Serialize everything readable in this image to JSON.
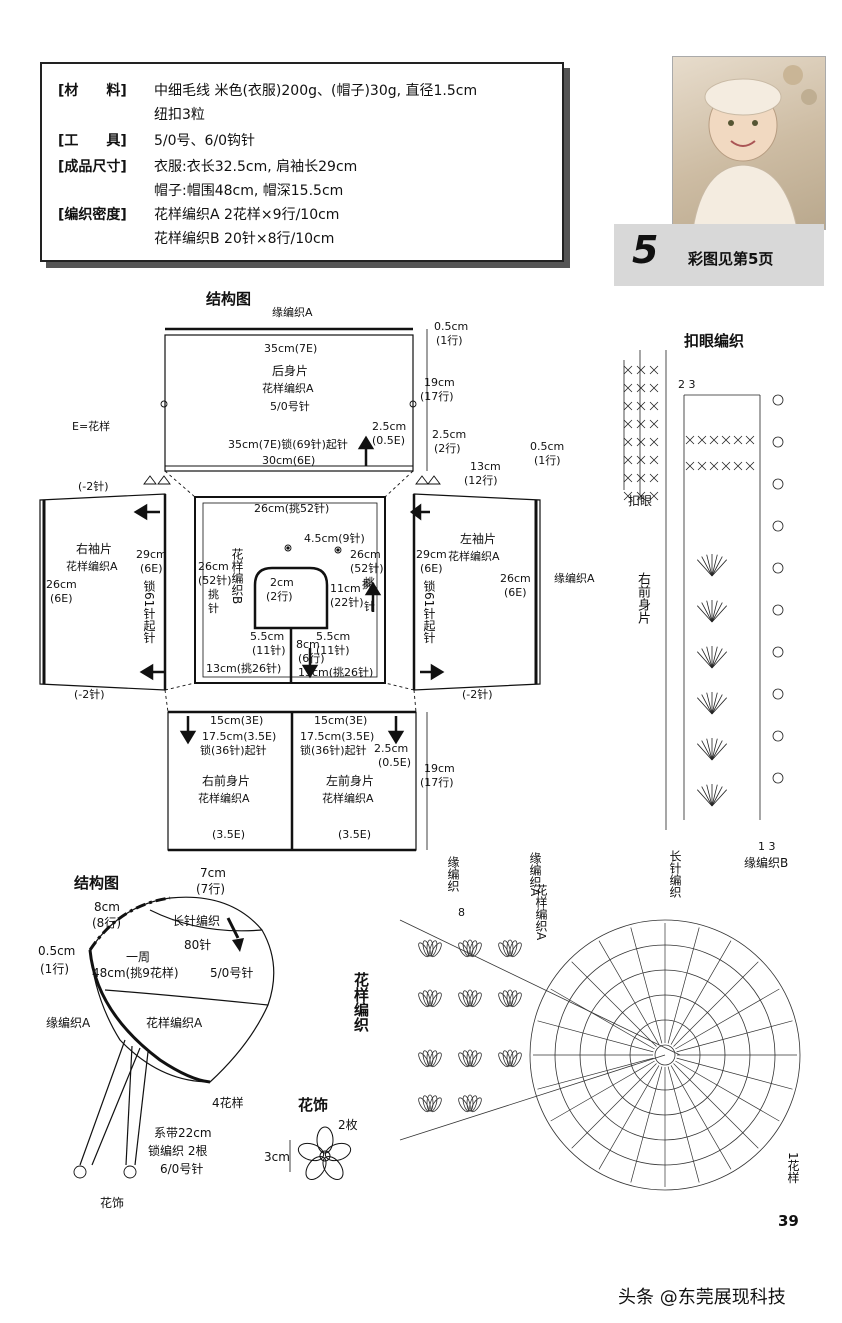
{
  "materials": {
    "rows": [
      {
        "key": "[材　　料]",
        "val": "中细毛线 米色(衣服)200g、(帽子)30g, 直径1.5cm"
      },
      {
        "key": "",
        "val": "纽扣3粒"
      },
      {
        "key": "[工　　具]",
        "val": "5/0号、6/0钩针"
      },
      {
        "key": "[成品尺寸]",
        "val": "衣服:衣长32.5cm, 肩袖长29cm"
      },
      {
        "key": "",
        "val": "帽子:帽围48cm, 帽深15.5cm"
      },
      {
        "key": "[编织密度]",
        "val": "花样编织A 2花样×9行/10cm"
      },
      {
        "key": "",
        "val": "花样编织B 20针×8行/10cm"
      }
    ]
  },
  "badge": {
    "number": "5",
    "caption": "彩图见第5页"
  },
  "body_chart": {
    "title": "结构图",
    "legend": "E=花样",
    "back": {
      "edge": "缘编织A",
      "width_top": "35cm(7E)",
      "name": "后身片",
      "pattern": "花样编织A",
      "needle": "5/0号针",
      "chain": "35cm(7E)锁(69针)起针",
      "width_bottom": "30cm(6E)",
      "h1": "0.5cm",
      "h1r": "(1行)",
      "h2": "19cm",
      "h2r": "(17行)",
      "h3": "2.5cm",
      "h3e": "(0.5E)",
      "h4": "2.5cm",
      "h4r": "(2行)",
      "sh": "13cm",
      "shr": "(12行)",
      "sh2": "0.5cm",
      "sh2r": "(1行)"
    },
    "yoke": {
      "top": "26cm(挑52针)",
      "neck_top": "4.5cm(9针)",
      "left_h": "26cm",
      "left_hs": "(52针)",
      "left_hs2": "挑",
      "left_hs3": "针",
      "right_h": "26cm",
      "right_hs": "(52针)",
      "right_hs2": "挑",
      "right_hs3": "针",
      "pattern_b": "花样编织B",
      "neck_h": "2cm",
      "neck_hr": "(2行)",
      "mid_h": "11cm",
      "mid_hs": "(22针)",
      "mid_hs2": "挑",
      "l55": "5.5cm",
      "l55s": "(11针)",
      "r55": "5.5cm",
      "r55s": "(11针)",
      "c8": "8cm",
      "c8r": "(6行)",
      "bl": "13cm(挑26针)",
      "br": "13cm(挑26针)"
    },
    "right_sleeve": {
      "name": "右袖片",
      "pattern": "花样编织A",
      "top": "(-2针)",
      "bottom": "(-2针)",
      "h": "29cm",
      "he": "(6E)",
      "w": "26cm",
      "we": "(6E)",
      "chain": "锁61针起针"
    },
    "left_sleeve": {
      "name": "左袖片",
      "pattern": "花样编织A",
      "bottom": "(-2针)",
      "h": "29cm",
      "he": "(6E)",
      "w": "26cm",
      "we": "(6E)",
      "chain": "锁61针起针",
      "edge": "缘编织A"
    },
    "right_front": {
      "name": "右前身片",
      "pattern": "花样编织A",
      "w": "15cm(3E)",
      "chain1": "17.5cm(3.5E)",
      "chain2": "锁(36针)起针",
      "bottom": "(3.5E)"
    },
    "left_front": {
      "name": "左前身片",
      "pattern": "花样编织A",
      "w": "15cm(3E)",
      "chain1": "17.5cm(3.5E)",
      "chain2": "锁(36针)起针",
      "bottom": "(3.5E)",
      "h1": "2.5cm",
      "h1e": "(0.5E)",
      "h2": "19cm",
      "h2r": "(17行)"
    }
  },
  "buttonhole": {
    "title": "扣眼编织",
    "label": "扣眼",
    "side": "右前身片",
    "edge_b": "缘编织B",
    "n23": "2 3",
    "n13": "1 3"
  },
  "hat": {
    "title": "结构图",
    "top": "7cm",
    "top_r": "(7行)",
    "s8": "8cm",
    "s8r": "(8行)",
    "long": "长针编织",
    "s80": "80针",
    "round": "一周",
    "round_v": "48cm(挑9花样)",
    "needle": "5/0号针",
    "edge": "0.5cm",
    "edge_r": "(1行)",
    "edge_a": "缘编织A",
    "pattern_a": "花样编织A",
    "flowers": "4花样",
    "tie": "系带22cm",
    "tie2": "锁编织 2根",
    "tie3": "6/0号针",
    "flower_lbl": "花饰"
  },
  "flower": {
    "title": "花饰",
    "count": "2枚",
    "size": "3cm"
  },
  "hat_chart": {
    "title": "花样编织",
    "edge": "缘编织",
    "edge_a": "缘编织A",
    "pat_a": "花样编织A",
    "long": "长针编织",
    "one": "1花样",
    "n8": "8"
  },
  "page": {
    "number": "39",
    "footer": "头条 @东莞展现科技"
  },
  "colors": {
    "ink": "#111111",
    "shadow": "#555555",
    "grey": "#d8d8d8"
  }
}
